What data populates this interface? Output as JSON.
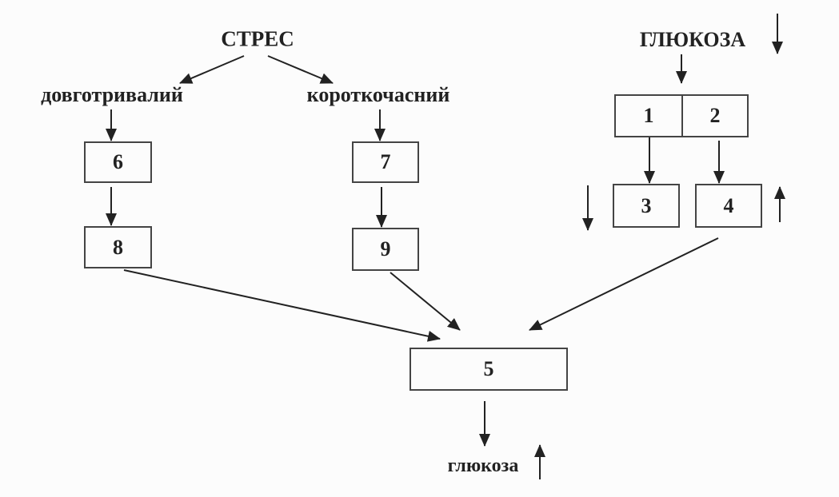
{
  "title": "СТРЕС",
  "branch_long": "довготривалий",
  "branch_short": "короткочасний",
  "glucose_top": "ГЛЮКОЗА",
  "glucose_bottom": "глюкоза",
  "boxes": {
    "b1": "1",
    "b2": "2",
    "b3": "3",
    "b4": "4",
    "b5": "5",
    "b6": "6",
    "b7": "7",
    "b8": "8",
    "b9": "9"
  },
  "colors": {
    "line": "#222222",
    "background": "#fcfcfc"
  }
}
